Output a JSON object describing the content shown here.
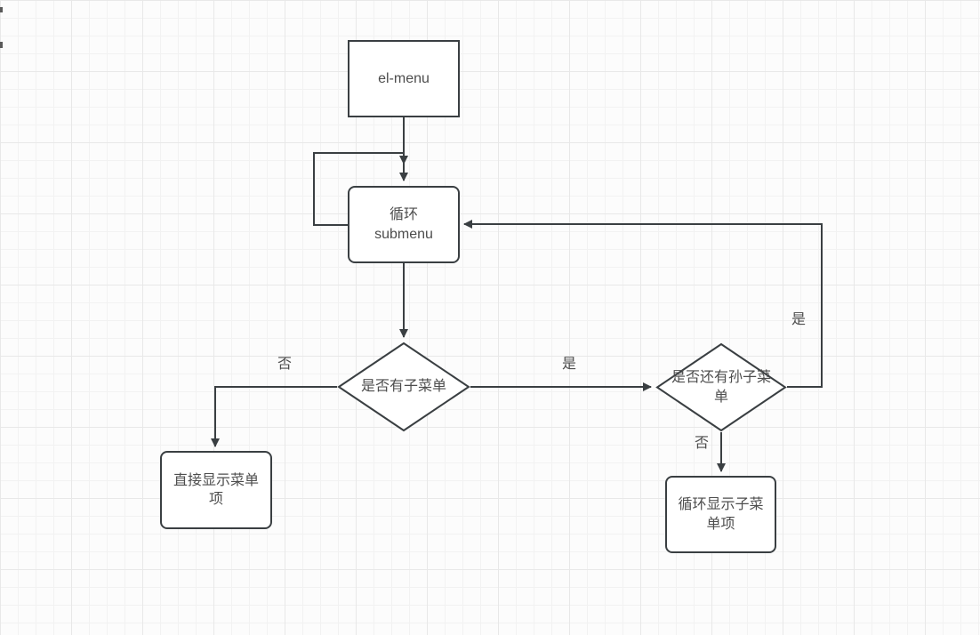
{
  "diagram": {
    "nodes": {
      "el_menu": {
        "label": "el-menu"
      },
      "loop_submenu": {
        "label": "循环\nsubmenu"
      },
      "has_submenu": {
        "label": "是否有子菜单"
      },
      "direct_display": {
        "label": "直接显示菜单\n项"
      },
      "has_grandchild": {
        "label": "是否还有孙子菜\n单"
      },
      "loop_display": {
        "label": "循环显示子菜\n单项"
      }
    },
    "edge_labels": {
      "has_submenu_no": "否",
      "has_submenu_yes": "是",
      "has_grandchild_no": "否",
      "has_grandchild_yes": "是"
    },
    "colors": {
      "stroke_color": "#3a3f42",
      "text_color": "#4d4d4d",
      "node_fill": "#ffffff",
      "canvas_bg": "#fcfcfc",
      "grid_minor": "#f2f2f2",
      "grid_major": "#e8e8e8"
    }
  }
}
